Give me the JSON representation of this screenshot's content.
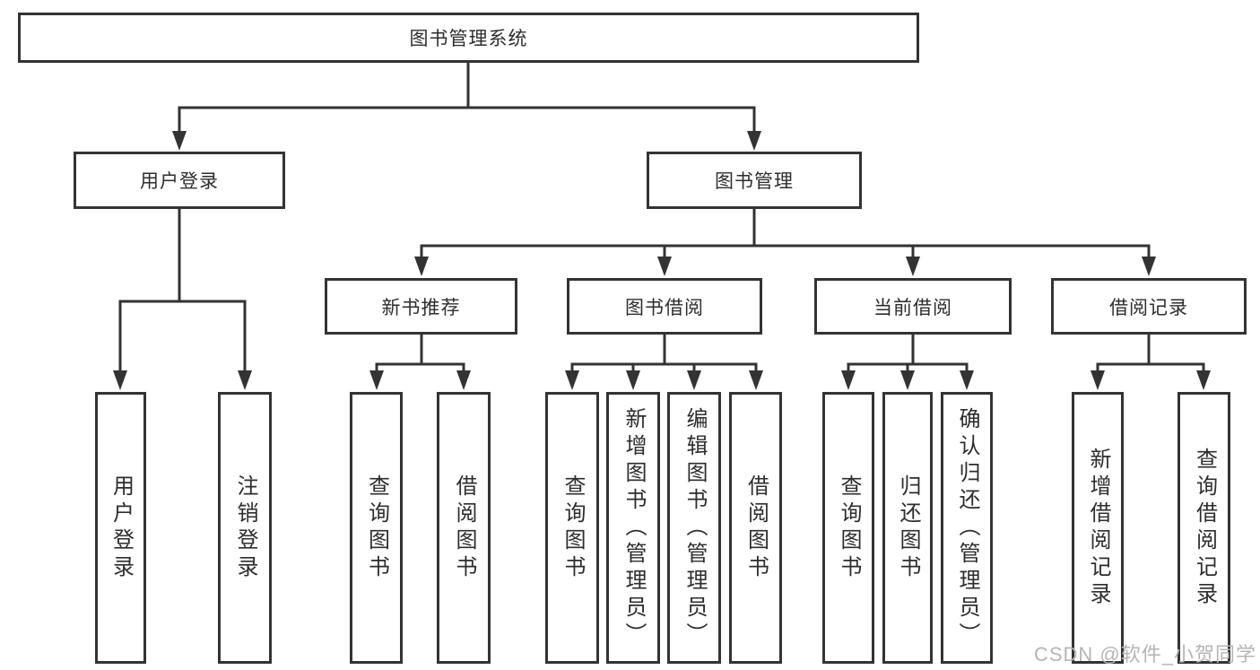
{
  "diagram": {
    "root": {
      "label": "图书管理系统"
    },
    "level2": [
      {
        "label": "用户登录"
      },
      {
        "label": "图书管理"
      }
    ],
    "level3": [
      {
        "label": "新书推荐"
      },
      {
        "label": "图书借阅"
      },
      {
        "label": "当前借阅"
      },
      {
        "label": "借阅记录"
      }
    ],
    "leaves": [
      {
        "parent": "用户登录",
        "label": "用户登录"
      },
      {
        "parent": "用户登录",
        "label": "注销登录"
      },
      {
        "parent": "新书推荐",
        "label": "查询图书"
      },
      {
        "parent": "新书推荐",
        "label": "借阅图书"
      },
      {
        "parent": "图书借阅",
        "label": "查询图书"
      },
      {
        "parent": "图书借阅",
        "label": "新增图书（管理员）"
      },
      {
        "parent": "图书借阅",
        "label": "编辑图书（管理员）"
      },
      {
        "parent": "图书借阅",
        "label": "借阅图书"
      },
      {
        "parent": "当前借阅",
        "label": "查询图书"
      },
      {
        "parent": "当前借阅",
        "label": "归还图书"
      },
      {
        "parent": "当前借阅",
        "label": "确认归还（管理员）"
      },
      {
        "parent": "借阅记录",
        "label": "新增借阅记录"
      },
      {
        "parent": "借阅记录",
        "label": "查询借阅记录"
      }
    ],
    "colors": {
      "line": "#333333",
      "text": "#2d2d2d",
      "box_background": "#ffffff",
      "page_background": "#ffffff"
    }
  },
  "watermark": {
    "text": "CSDN @软件_小贺同学",
    "color": "#b5b5b5"
  }
}
